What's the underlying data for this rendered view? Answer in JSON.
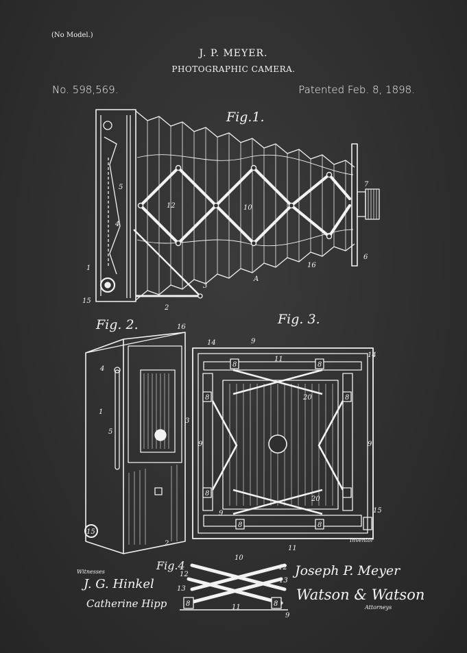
{
  "header": {
    "no_model": "(No Model.)",
    "inventor": "J. P. MEYER.",
    "title": "PHOTOGRAPHIC CAMERA.",
    "patent_number": "No. 598,569.",
    "patent_date": "Patented Feb. 8, 1898."
  },
  "figures": {
    "fig1": "Fig.1.",
    "fig2": "Fig. 2.",
    "fig3": "Fig. 3.",
    "fig4": "Fig.4"
  },
  "labels": {
    "witnesses": "Witnesses",
    "inventor": "Inventor",
    "attorneys": "Attorneys"
  },
  "signatures": {
    "inventor": "Joseph P. Meyer",
    "attorney": "Watson & Watson",
    "witness1": "J. G. Hinkel",
    "witness2": "Catherine Hipp"
  },
  "reference_numerals": {
    "fig1": [
      "1",
      "15",
      "2",
      "3",
      "4",
      "5",
      "6",
      "7",
      "12",
      "16",
      "A",
      "10"
    ],
    "fig2": [
      "16",
      "4",
      "1",
      "5",
      "3",
      "2",
      "15"
    ],
    "fig3": [
      "14",
      "9",
      "11",
      "14",
      "8",
      "8",
      "8",
      "8",
      "9",
      "9",
      "20",
      "20",
      "8",
      "9",
      "15",
      "11",
      "8",
      "8"
    ],
    "fig4": [
      "10",
      "12",
      "12",
      "13",
      "13",
      "8",
      "8",
      "11",
      "9"
    ]
  },
  "colors": {
    "background": "#2f2f2f",
    "ink": "#f4f4f4"
  }
}
